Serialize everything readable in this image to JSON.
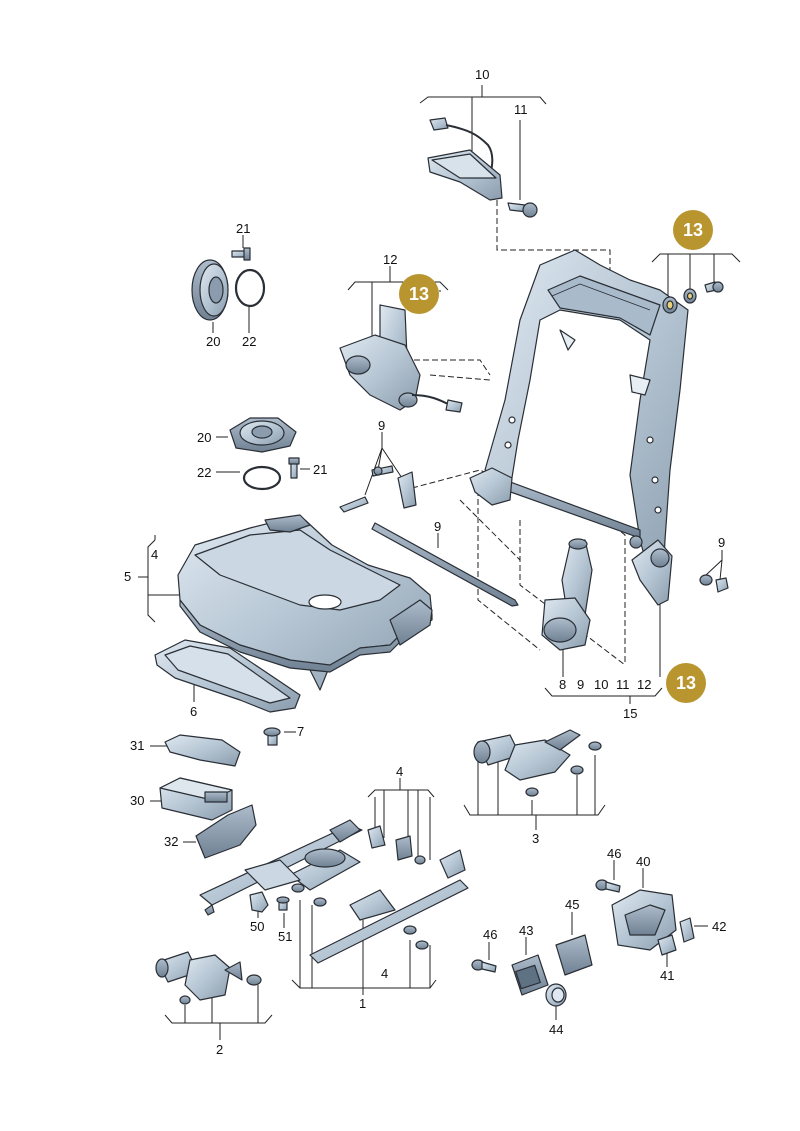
{
  "diagram": {
    "callouts": {
      "c10": "10",
      "c11": "11",
      "c21a": "21",
      "c20a": "20",
      "c22a": "22",
      "c12": "12",
      "c9a": "9",
      "c20b": "20",
      "c22b": "22",
      "c21b": "21",
      "c9b": "9",
      "c4a": "4",
      "c5": "5",
      "c9c": "9",
      "c8": "8",
      "c9d": "9",
      "c10b": "10",
      "c11b": "11",
      "c12b": "12",
      "c15": "15",
      "c6": "6",
      "c7": "7",
      "c31": "31",
      "c30": "30",
      "c32": "32",
      "c3": "3",
      "c4b": "4",
      "c4c": "4",
      "c1": "1",
      "c50": "50",
      "c51": "51",
      "c2": "2",
      "c46a": "46",
      "c40": "40",
      "c45": "45",
      "c43": "43",
      "c46b": "46",
      "c42": "42",
      "c41": "41",
      "c44": "44"
    },
    "highlight_badges": {
      "b1": "13",
      "b2": "13",
      "b3": "13"
    },
    "colors": {
      "part_fill": "#b9c8d6",
      "part_stroke": "#2a2f36",
      "badge_fill": "#b8952f",
      "leader": "#222222"
    }
  }
}
